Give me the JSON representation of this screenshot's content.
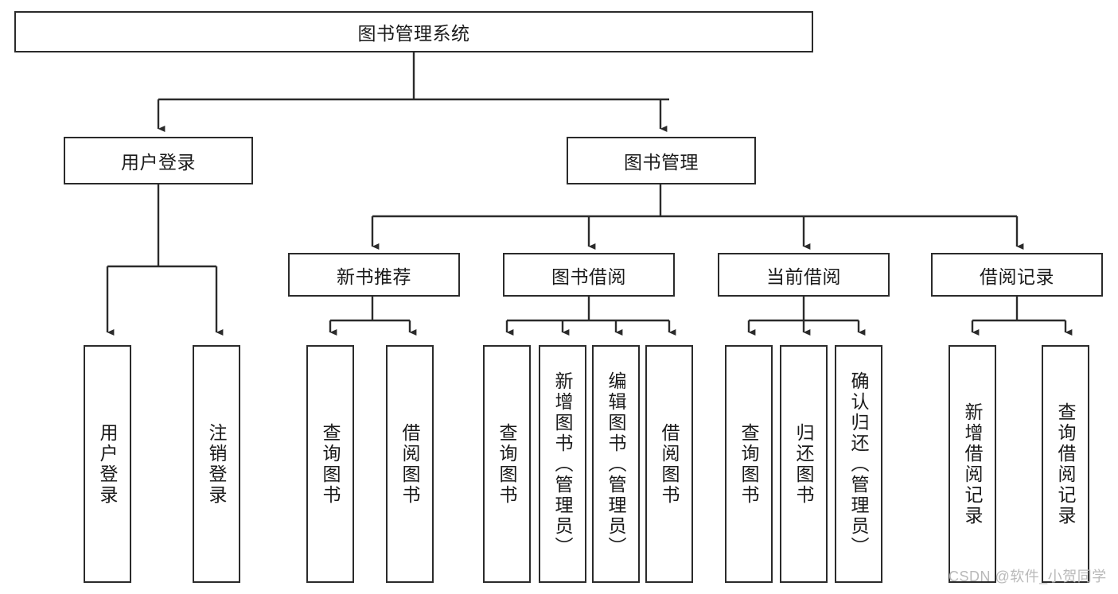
{
  "diagram": {
    "type": "tree-hierarchy",
    "title": "图书管理系统",
    "root": {
      "id": "root",
      "label": "图书管理系统",
      "orientation": "horizontal"
    },
    "level1": [
      {
        "id": "user-login",
        "label": "用户登录",
        "orientation": "horizontal"
      },
      {
        "id": "book-manage",
        "label": "图书管理",
        "orientation": "horizontal"
      }
    ],
    "level2": [
      {
        "id": "new-book-recommend",
        "label": "新书推荐",
        "orientation": "horizontal",
        "parent": "book-manage"
      },
      {
        "id": "book-borrow",
        "label": "图书借阅",
        "orientation": "horizontal",
        "parent": "book-manage"
      },
      {
        "id": "current-borrow",
        "label": "当前借阅",
        "orientation": "horizontal",
        "parent": "book-manage"
      },
      {
        "id": "borrow-record",
        "label": "借阅记录",
        "orientation": "horizontal",
        "parent": "book-manage"
      }
    ],
    "leaves": [
      {
        "id": "leaf-user-login",
        "label": "用户登录",
        "orientation": "vertical",
        "parent": "user-login"
      },
      {
        "id": "leaf-logout-login",
        "label": "注销登录",
        "orientation": "vertical",
        "parent": "user-login"
      },
      {
        "id": "leaf-query-book-1",
        "label": "查询图书",
        "orientation": "vertical",
        "parent": "new-book-recommend"
      },
      {
        "id": "leaf-borrow-book-1",
        "label": "借阅图书",
        "orientation": "vertical",
        "parent": "new-book-recommend"
      },
      {
        "id": "leaf-query-book-2",
        "label": "查询图书",
        "orientation": "vertical",
        "parent": "book-borrow"
      },
      {
        "id": "leaf-add-book",
        "label": "新增图书（管理员）",
        "orientation": "vertical",
        "parent": "book-borrow"
      },
      {
        "id": "leaf-edit-book",
        "label": "编辑图书（管理员）",
        "orientation": "vertical",
        "parent": "book-borrow"
      },
      {
        "id": "leaf-borrow-book-2",
        "label": "借阅图书",
        "orientation": "vertical",
        "parent": "book-borrow"
      },
      {
        "id": "leaf-query-book-3",
        "label": "查询图书",
        "orientation": "vertical",
        "parent": "current-borrow"
      },
      {
        "id": "leaf-return-book",
        "label": "归还图书",
        "orientation": "vertical",
        "parent": "current-borrow"
      },
      {
        "id": "leaf-confirm-return",
        "label": "确认归还（管理员）",
        "orientation": "vertical",
        "parent": "current-borrow"
      },
      {
        "id": "leaf-add-record",
        "label": "新增借阅记录",
        "orientation": "vertical",
        "parent": "borrow-record"
      },
      {
        "id": "leaf-query-record",
        "label": "查询借阅记录",
        "orientation": "vertical",
        "parent": "borrow-record"
      }
    ],
    "colors": {
      "border": "#2b2b2b",
      "background": "#ffffff",
      "text": "#1a1a1a",
      "watermark": "#b9b9b9"
    }
  },
  "watermark": {
    "text": "CSDN @软件_小贺同学"
  }
}
